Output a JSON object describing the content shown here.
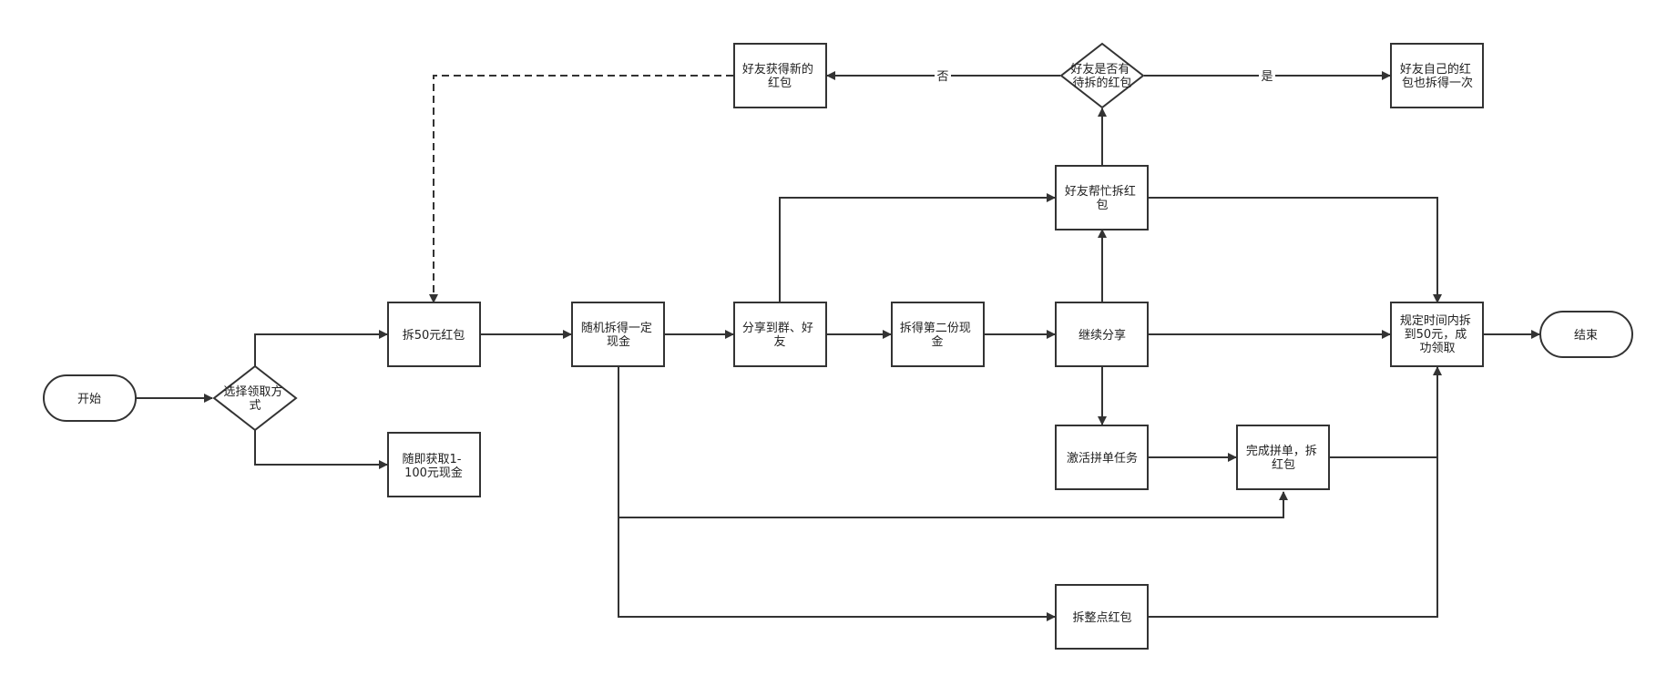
{
  "diagram": {
    "nodes": {
      "start": "开始",
      "choose": [
        "选择领取方",
        "式"
      ],
      "chai50": "拆50元红包",
      "random_cash": [
        "随即获取1-",
        "100元现金"
      ],
      "random_chai": [
        "随机拆得一定",
        "现金"
      ],
      "share": [
        "分享到群、好",
        "友"
      ],
      "second": [
        "拆得第二份现",
        "金"
      ],
      "continue_share": "继续分享",
      "friend_help": [
        "好友帮忙拆红",
        "包"
      ],
      "friend_has": [
        "好友是否有",
        "待拆的红包"
      ],
      "friend_new": [
        "好友获得新的",
        "红包"
      ],
      "friend_own": [
        "好友自己的红",
        "包也拆得一次"
      ],
      "activate": "激活拼单任务",
      "complete": [
        "完成拼单，拆",
        "红包"
      ],
      "hourly": "拆整点红包",
      "success": [
        "规定时间内拆",
        "到50元，成",
        "功领取"
      ],
      "end": "结束"
    },
    "edge_labels": {
      "no": "否",
      "yes": "是"
    }
  },
  "colors": {
    "stroke": "#333333",
    "fill": "#ffffff",
    "text": "#222222"
  }
}
